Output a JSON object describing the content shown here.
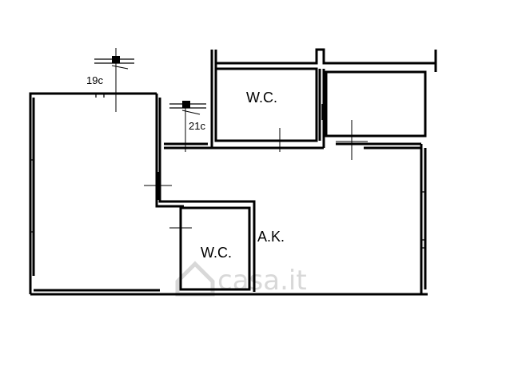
{
  "plan": {
    "labels": {
      "wc_top": "W.C.",
      "wc_bottom": "W.C.",
      "ak": "A.K.",
      "elev_19": "19c",
      "elev_21": "21c"
    },
    "watermark": "casa.it"
  },
  "colors": {
    "wall": "#000000",
    "watermark": "#d8d8d8",
    "background": "#ffffff"
  }
}
